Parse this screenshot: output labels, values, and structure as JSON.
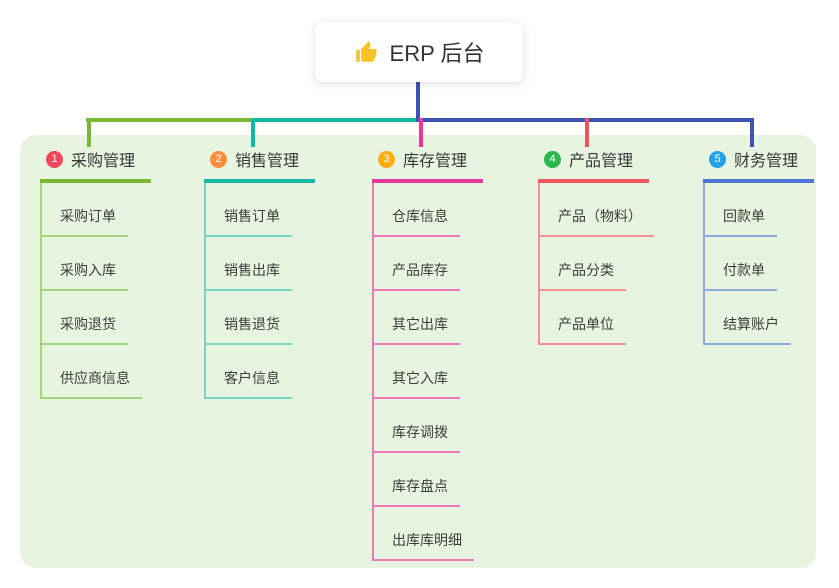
{
  "root": {
    "title": "ERP 后台",
    "icon": "thumbs-up",
    "icon_color": "#f7c325"
  },
  "canvas": {
    "panel_color": "#e7f4df",
    "trunk_color": "#4053b5"
  },
  "branches": [
    {
      "number": "1",
      "label": "采购管理",
      "badge_color": "#f5455c",
      "line_color": "#79b834",
      "sub_line_color": "#a8d37e",
      "items": [
        "采购订单",
        "采购入库",
        "采购退货",
        "供应商信息"
      ]
    },
    {
      "number": "2",
      "label": "销售管理",
      "badge_color": "#ff8f3e",
      "line_color": "#14b8a6",
      "sub_line_color": "#78d4c5",
      "items": [
        "销售订单",
        "销售出库",
        "销售退货",
        "客户信息"
      ]
    },
    {
      "number": "3",
      "label": "库存管理",
      "badge_color": "#ffac12",
      "line_color": "#e63a9e",
      "sub_line_color": "#ee77b8",
      "items": [
        "仓库信息",
        "产品库存",
        "其它出库",
        "其它入库",
        "库存调拨",
        "库存盘点",
        "出库库明细"
      ]
    },
    {
      "number": "4",
      "label": "产品管理",
      "badge_color": "#2db54b",
      "line_color": "#f4545f",
      "sub_line_color": "#f58f96",
      "items": [
        "产品（物料）",
        "产品分类",
        "产品单位"
      ]
    },
    {
      "number": "5",
      "label": "财务管理",
      "badge_color": "#25a2e5",
      "line_color": "#5373d3",
      "sub_line_color": "#8ea8e2",
      "items": [
        "回款单",
        "付款单",
        "结算账户"
      ]
    }
  ]
}
